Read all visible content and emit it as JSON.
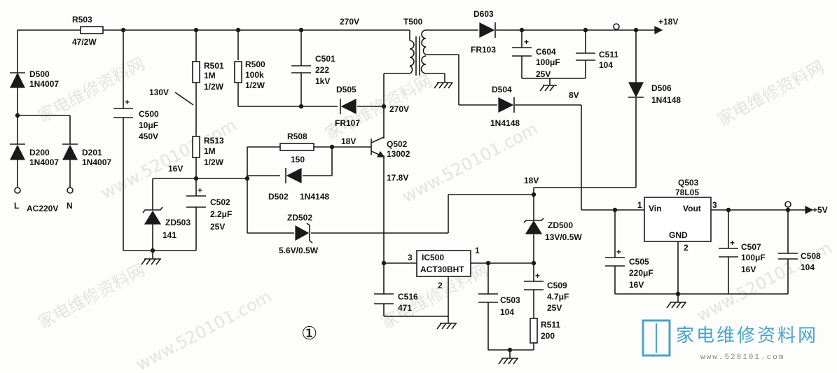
{
  "labels": {
    "R503_name": "R503",
    "R503_val": "47/2W",
    "v270_top": "270V",
    "T500": "T500",
    "D603_name": "D603",
    "D603_type": "FR103",
    "C604_name": "C604",
    "C604_cap": "100μF",
    "C604_v": "25V",
    "C511_name": "C511",
    "C511_val": "104",
    "out18": "+18V",
    "D500_name": "D500",
    "D500_type": "1N4007",
    "D200_name": "D200",
    "D200_type": "1N4007",
    "D201_name": "D201",
    "D201_type": "1N4007",
    "L": "L",
    "N": "N",
    "AC": "AC220V",
    "C500_name": "C500",
    "C500_cap": "10μF",
    "C500_v": "450V",
    "R501_name": "R501",
    "R501_val": "1M",
    "R501_w": "1/2W",
    "v130": "130V",
    "R513_name": "R513",
    "R513_val": "1M",
    "R513_w": "1/2W",
    "R500_name": "R500",
    "R500_val": "100k",
    "R500_w": "1/2W",
    "C501_name": "C501",
    "C501_val": "222",
    "C501_v": "1kV",
    "D505_name": "D505",
    "D505_type": "FR107",
    "v270_col": "270V",
    "D504_name": "D504",
    "D504_type": "1N4148",
    "v8": "8V",
    "D506_name": "D506",
    "D506_type": "1N4148",
    "R508_name": "R508",
    "R508_val": "150",
    "v18_base": "18V",
    "Q502_name": "Q502",
    "Q502_type": "13002",
    "v16": "16V",
    "D502_name": "D502",
    "D502_type": "1N4148",
    "v178": "17.8V",
    "v18_mid": "18V",
    "ZD503_name": "ZD503",
    "ZD503_val": "141",
    "C502_name": "C502",
    "C502_cap": "2.2μF",
    "C502_v": "25V",
    "ZD502_name": "ZD502",
    "ZD502_val": "5.6V/0.5W",
    "ZD500_name": "ZD500",
    "ZD500_val": "13V/0.5W",
    "Q503_name": "Q503",
    "Q503_type": "78L05",
    "vin": "Vin",
    "vout": "Vout",
    "gnd": "GND",
    "pin1": "1",
    "pin3": "3",
    "pin2": "2",
    "out5": "+5V",
    "C505_name": "C505",
    "C505_cap": "220μF",
    "C505_v": "16V",
    "C507_name": "C507",
    "C507_cap": "100μF",
    "C507_v": "16V",
    "C508_name": "C508",
    "C508_val": "104",
    "IC500_name": "IC500",
    "IC500_type": "ACT30BHT",
    "ic_pin3": "3",
    "ic_pin1": "1",
    "ic_pin2": "2",
    "C516_name": "C516",
    "C516_val": "471",
    "C503_name": "C503",
    "C503_val": "104",
    "C509_name": "C509",
    "C509_cap": "4.7μF",
    "C509_v": "25V",
    "R511_name": "R511",
    "R511_val": "200",
    "figure_no": "①"
  },
  "watermark": {
    "cn": "家电维修资料网",
    "url": "www.520101.com",
    "logo_text": "家电维修资料网",
    "logo_url": "www.520101.com"
  }
}
